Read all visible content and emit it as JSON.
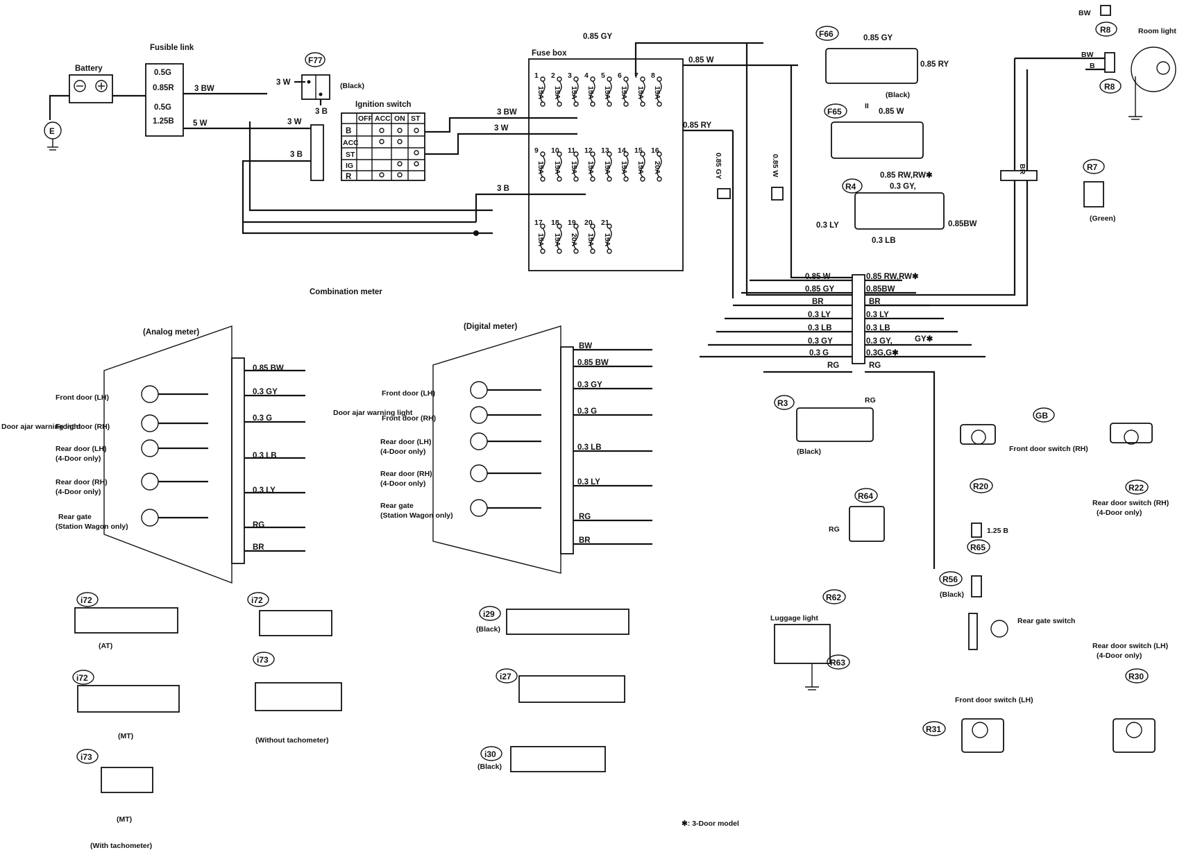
{
  "battery": {
    "label": "Battery"
  },
  "fusible_link": {
    "label": "Fusible link",
    "fuses": [
      "0.5G",
      "0.85R",
      "0.5G",
      "1.25B"
    ]
  },
  "fuse_box": {
    "label": "Fuse box",
    "row1": [
      "1",
      "2",
      "3",
      "4",
      "5",
      "6",
      "7",
      "8"
    ],
    "row1_amps": [
      "15A",
      "15A",
      "15A",
      "15A",
      "15A",
      "15A",
      "15A",
      "15A"
    ],
    "row2": [
      "9",
      "10",
      "11",
      "12",
      "13",
      "14",
      "15",
      "16"
    ],
    "row2_amps": [
      "15A",
      "15A",
      "15A",
      "15A",
      "15A",
      "15A",
      "15A",
      "20A"
    ],
    "row3": [
      "17",
      "18",
      "19",
      "20",
      "21"
    ],
    "row3_amps": [
      "15A",
      "15A",
      "20A",
      "15A",
      "15A"
    ]
  },
  "ignition_switch": {
    "label": "Ignition switch",
    "cols": [
      "OFF",
      "ACC",
      "ON",
      "ST"
    ],
    "rows": [
      "B",
      "ACC",
      "ST",
      "IG",
      "R"
    ]
  },
  "connectors": {
    "f77": "F77",
    "f77_note": "(Black)",
    "f66": "F66",
    "f66_note": "(Black)",
    "f65": "F65",
    "f65_note": "II",
    "r4": "R4",
    "r7": "R7",
    "r7_note": "(Green)",
    "r8a": "R8",
    "r8b": "R8",
    "r3": "R3",
    "r3_note": "(Black)",
    "gb": "GB",
    "r20": "R20",
    "r22": "R22",
    "r64": "R64",
    "r65": "R65",
    "r56": "R56",
    "r56_note": "(Black)",
    "r62": "R62",
    "r63": "R63",
    "r30": "R30",
    "r31": "R31",
    "i72a": "i72",
    "i72b": "i72",
    "i72c": "i72",
    "i73a": "i73",
    "i73b": "i73",
    "i29": "i29",
    "i29_note": "(Black)",
    "i27": "i27",
    "i30": "i30",
    "i30_note": "(Black)"
  },
  "labels": {
    "combination_meter": "Combination meter",
    "analog_meter": "(Analog meter)",
    "digital_meter": "(Digital meter)",
    "room_light": "Room light",
    "luggage_light": "Luggage light",
    "door_ajar_warning_light": "Door ajar warning light",
    "door_ajar_warning_light2": "Door ajar warning light",
    "front_door_lh": "Front door (LH)",
    "front_door_rh": "Front door (RH)",
    "rear_door_lh": "Rear door (LH)",
    "rear_door_rh": "Rear door (RH)",
    "four_door_only": "(4-Door only)",
    "rear_gate": "Rear gate",
    "station_wagon_only": "(Station Wagon only)",
    "front_door_switch_rh": "Front door switch (RH)",
    "front_door_switch_lh": "Front door switch (LH)",
    "rear_door_switch_rh": "Rear door switch (RH)",
    "rear_door_switch_lh": "Rear door switch (LH)",
    "rear_gate_switch": "Rear gate switch",
    "at": "(AT)",
    "mt": "(MT)",
    "mt2": "(MT)",
    "without_tachometer": "(Without tachometer)",
    "with_tachometer": "(With tachometer)",
    "three_door_model": "✱: 3-Door model"
  },
  "wires": {
    "bw3": "3 BW",
    "w5": "5 W",
    "w3": "3 W",
    "b3": "3 B",
    "bw3b": "3 BW",
    "w3b": "3 W",
    "b3b": "3 B",
    "b3c": "3 B",
    "w3c": "3 W",
    "gy085": "0.85 GY",
    "w085": "0.85 W",
    "ry085": "0.85 RY",
    "rw085": "0.85 RW,RW✱",
    "bw085": "0.85BW",
    "br": "BR",
    "ly03": "0.3 LY",
    "lb03": "0.3 LB",
    "gy03": "0.3 GY,",
    "gyx": "GY✱",
    "g03": "0.3G,G✱",
    "rg": "RG",
    "w085b": "0.85 W",
    "gy085b": "0.85 GY",
    "br_l": "BR",
    "ly03l": "0.3 LY",
    "lb03l": "0.3 LB",
    "gy03l": "0.3 GY",
    "g03l": "0.3 G",
    "rg_l": "RG",
    "analog_bw": "0.85 BW",
    "analog_gy": "0.3 GY",
    "analog_g": "0.3 G",
    "analog_lb": "0.3 LB",
    "analog_ly": "0.3 LY",
    "analog_rg": "RG",
    "analog_br": "BR",
    "digital_bw": "BW",
    "digital_bw085": "0.85 BW",
    "digital_gy": "0.3 GY",
    "digital_g": "0.3 G",
    "digital_lb": "0.3 LB",
    "digital_ly": "0.3 LY",
    "digital_rg": "RG",
    "digital_br": "BR"
  }
}
